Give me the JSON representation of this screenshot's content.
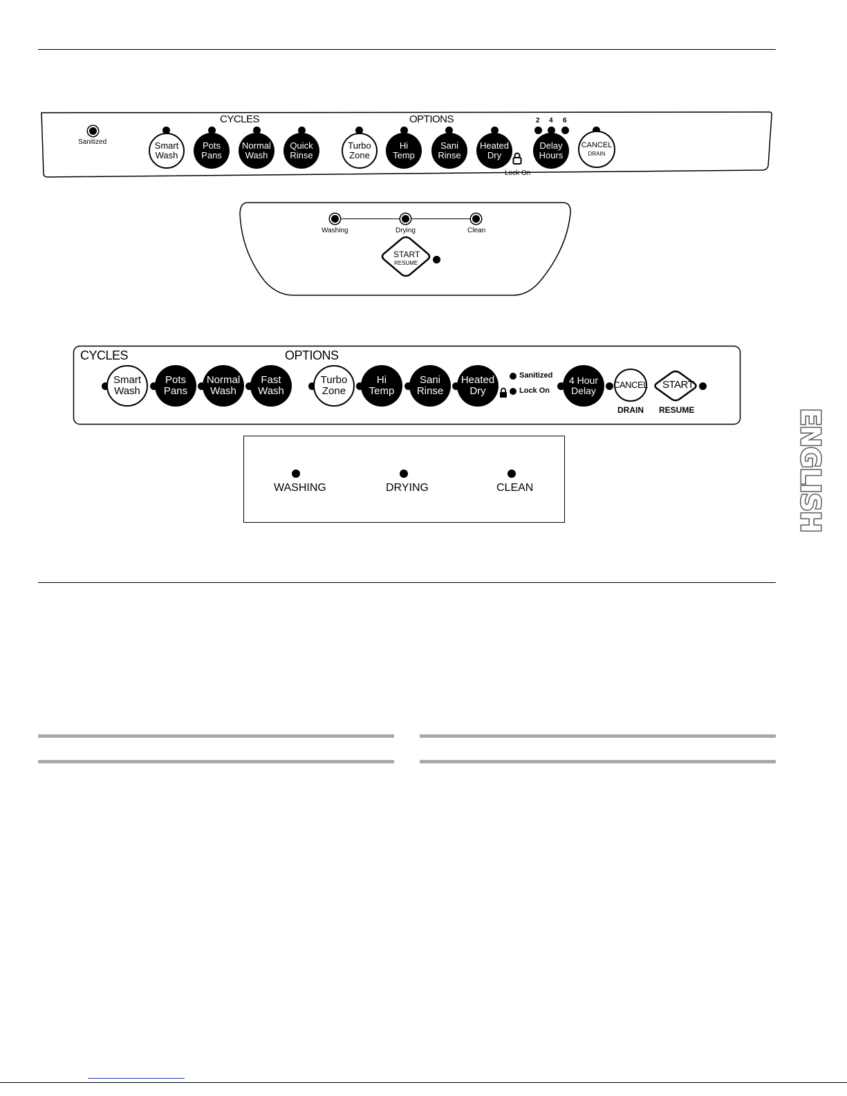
{
  "panel_a": {
    "sanitized": "Sanitized",
    "cycles_heading": "CYCLES",
    "options_heading": "OPTIONS",
    "buttons": [
      {
        "l1": "Smart",
        "l2": "Wash"
      },
      {
        "l1": "Pots",
        "l2": "Pans"
      },
      {
        "l1": "Normal",
        "l2": "Wash"
      },
      {
        "l1": "Quick",
        "l2": "Rinse"
      },
      {
        "l1": "Turbo",
        "l2": "Zone"
      },
      {
        "l1": "Hi",
        "l2": "Temp"
      },
      {
        "l1": "Sani",
        "l2": "Rinse"
      },
      {
        "l1": "Heated",
        "l2": "Dry"
      },
      {
        "l1": "Delay",
        "l2": "Hours"
      }
    ],
    "cancel_main": "CANCEL",
    "cancel_sub": "DRAIN",
    "delay_hours": [
      "2",
      "4",
      "6"
    ],
    "lock_on": "Lock On"
  },
  "status_a": {
    "washing": "Washing",
    "drying": "Drying",
    "clean": "Clean",
    "start_main": "START",
    "start_sub": "RESUME"
  },
  "panel_b": {
    "cycles_heading": "CYCLES",
    "options_heading": "OPTIONS",
    "buttons": [
      {
        "l1": "Smart",
        "l2": "Wash"
      },
      {
        "l1": "Pots",
        "l2": "Pans"
      },
      {
        "l1": "Normal",
        "l2": "Wash"
      },
      {
        "l1": "Fast",
        "l2": "Wash"
      },
      {
        "l1": "Turbo",
        "l2": "Zone"
      },
      {
        "l1": "Hi",
        "l2": "Temp"
      },
      {
        "l1": "Sani",
        "l2": "Rinse"
      },
      {
        "l1": "Heated",
        "l2": "Dry"
      },
      {
        "l1": "4 Hour",
        "l2": "Delay"
      }
    ],
    "sanitized": "Sanitized",
    "lock_on": "Lock On",
    "cancel": "CANCEL",
    "drain": "DRAIN",
    "start": "START",
    "resume": "RESUME"
  },
  "status_b": {
    "washing": "WASHING",
    "drying": "DRYING",
    "clean": "CLEAN"
  },
  "side_tab": "ENGLISH"
}
